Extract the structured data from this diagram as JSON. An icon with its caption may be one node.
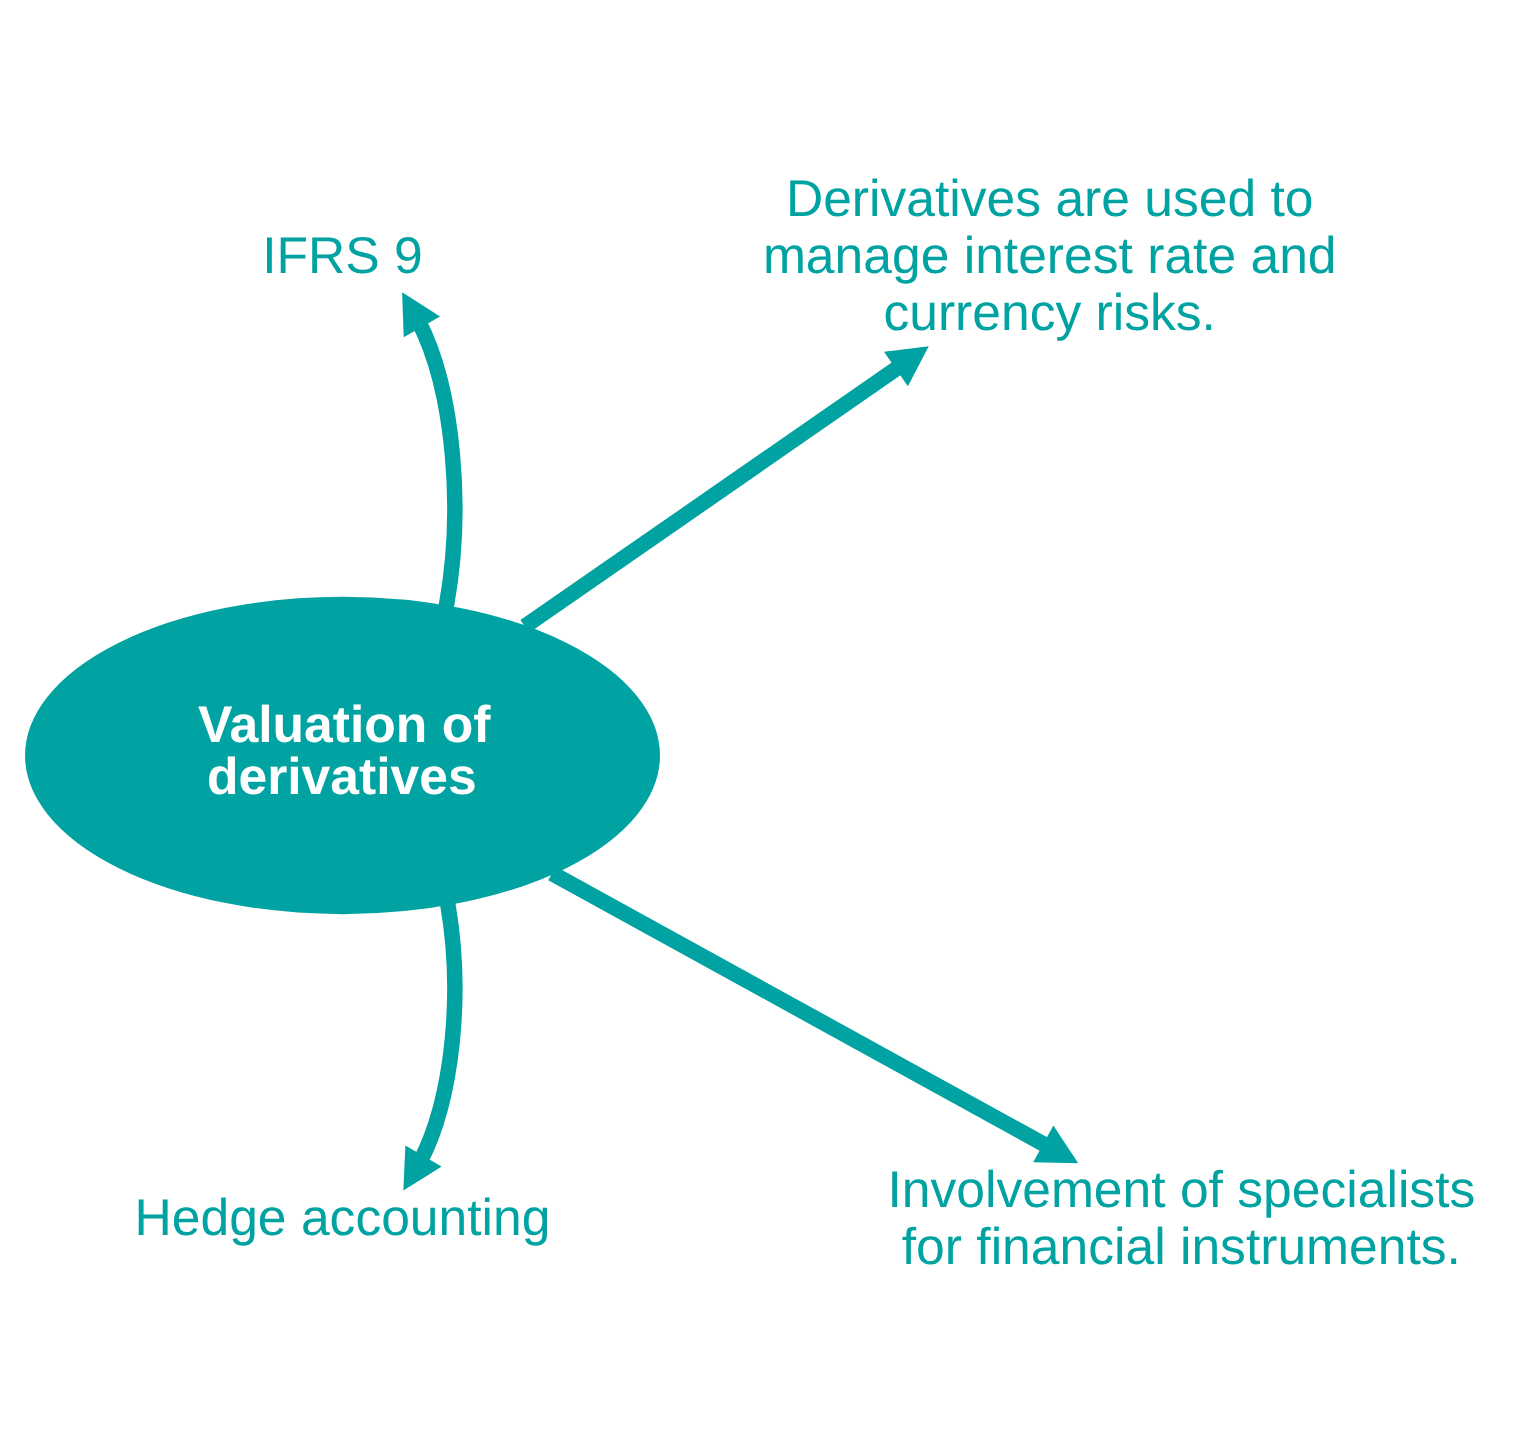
{
  "diagram": {
    "nodes": [
      {
        "text": [
          "Derivatives are used to manage interest rate and currency risks."
        ]
      },
      {
        "text": [
          "IFRS 9"
        ]
      },
      {
        "text": [
          "Valuation of derivatives"
        ]
      },
      {
        "text": [
          "Hedge accounting"
        ]
      },
      {
        "text": [
          "Involvement of specialists for financial instruments."
        ]
      }
    ],
    "edges": [
      {
        "from": 2,
        "to": 1,
        "arrow": "to"
      },
      {
        "from": 2,
        "to": 0,
        "arrow": "to"
      },
      {
        "from": 2,
        "to": 3,
        "arrow": "to"
      },
      {
        "from": 2,
        "to": 4,
        "arrow": "to"
      }
    ]
  }
}
